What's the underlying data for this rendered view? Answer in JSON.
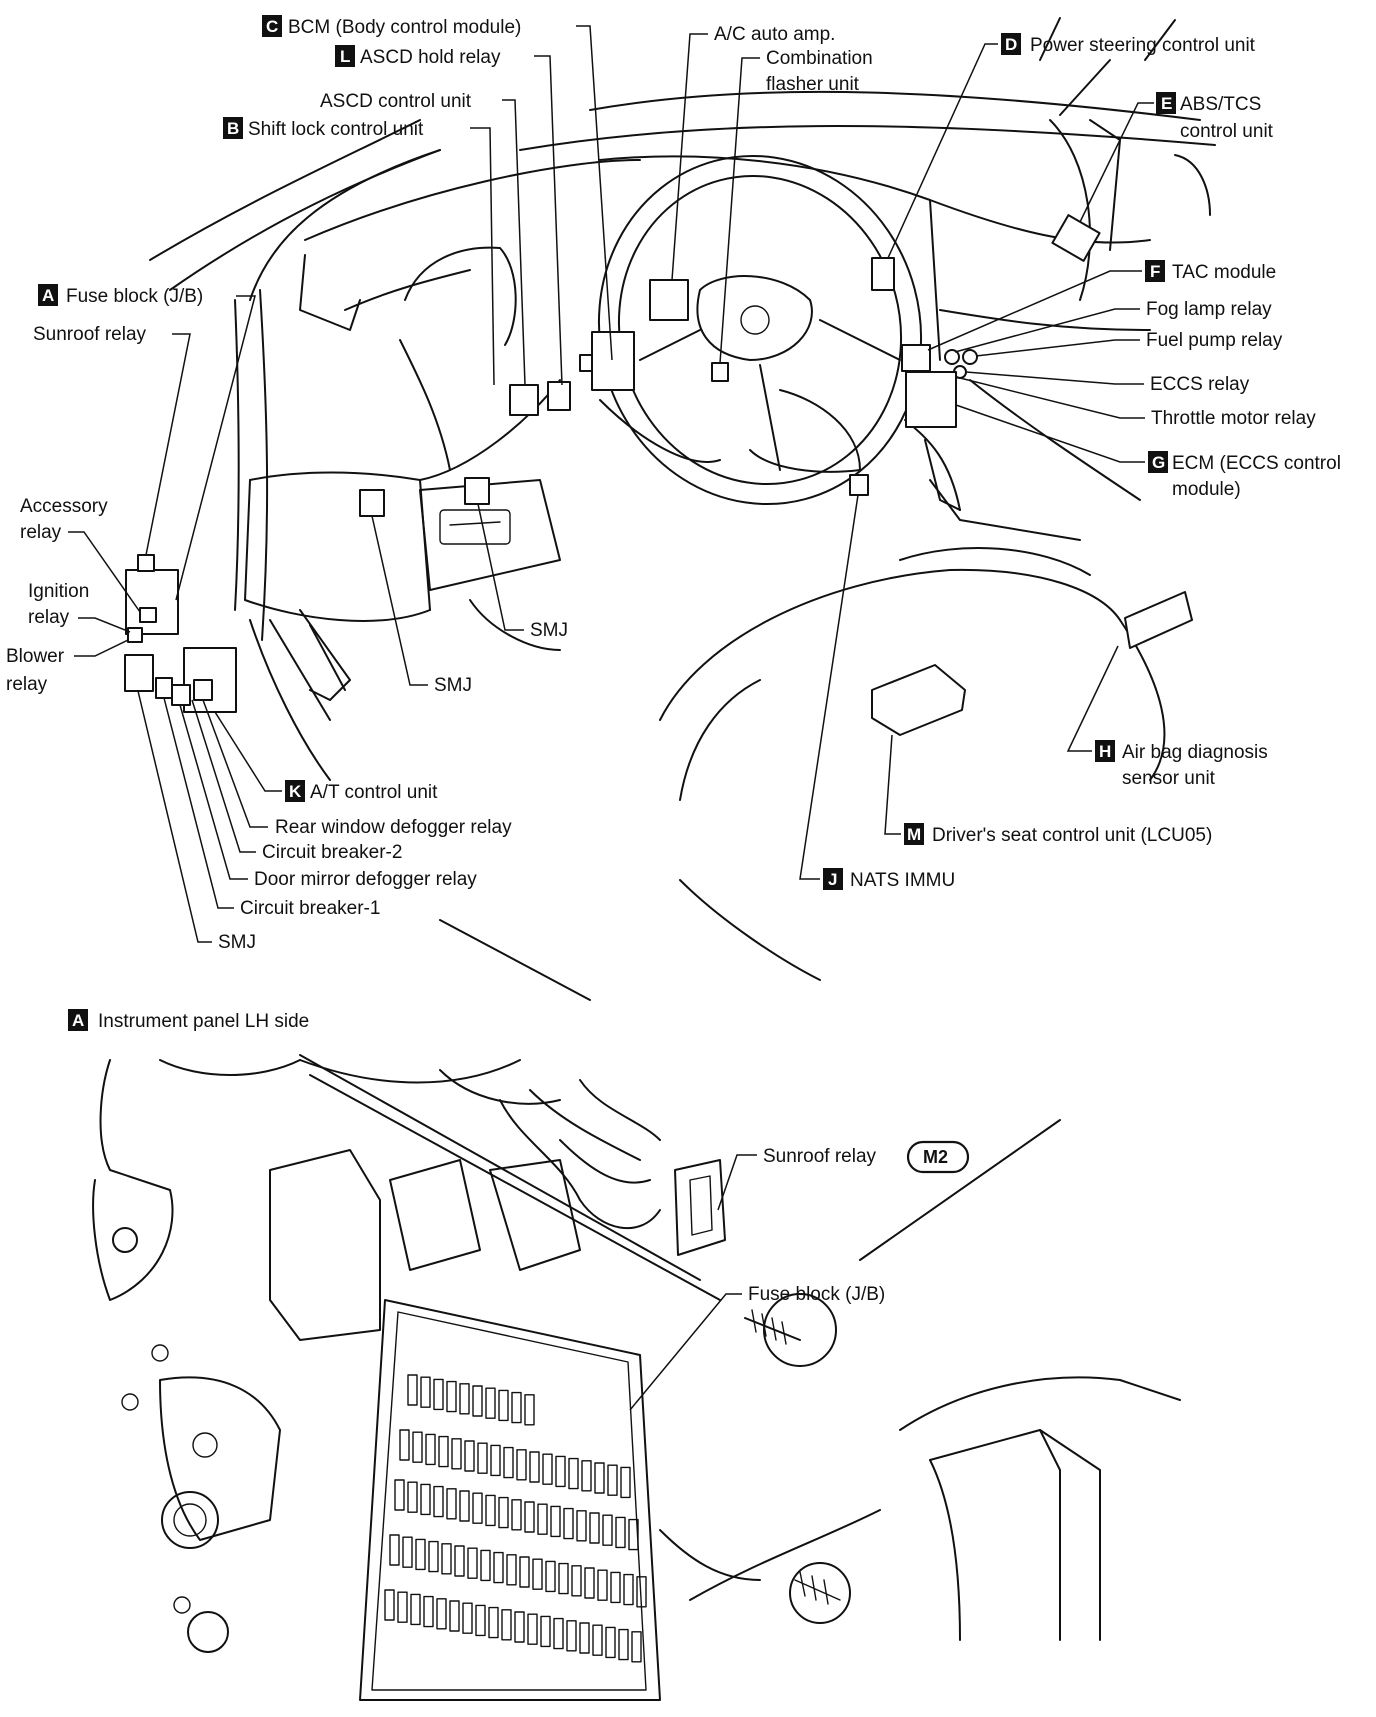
{
  "callouts": {
    "bcm": {
      "badge": "C",
      "text": "BCM (Body control module)"
    },
    "ascd_hold": {
      "badge": "L",
      "text": "ASCD hold relay"
    },
    "ascd_control": {
      "text": "ASCD control unit"
    },
    "shift_lock": {
      "badge": "B",
      "text": "Shift lock control unit"
    },
    "ac_amp": {
      "text": "A/C auto amp."
    },
    "combination_flasher_1": {
      "text": "Combination"
    },
    "combination_flasher_2": {
      "text": "flasher unit"
    },
    "power_steering": {
      "badge": "D",
      "text": "Power steering control unit"
    },
    "abs_tcs_1": {
      "badge": "E",
      "text": "ABS/TCS"
    },
    "abs_tcs_2": {
      "text": "control unit"
    },
    "fuse_block": {
      "badge": "A",
      "text": "Fuse block (J/B)"
    },
    "sunroof_relay": {
      "text": "Sunroof relay"
    },
    "tac_module": {
      "badge": "F",
      "text": "TAC module"
    },
    "fog_lamp_relay": {
      "text": "Fog lamp relay"
    },
    "fuel_pump_relay": {
      "text": "Fuel pump relay"
    },
    "eccs_relay": {
      "text": "ECCS relay"
    },
    "throttle_motor_relay": {
      "text": "Throttle motor relay"
    },
    "ecm_1": {
      "badge": "G",
      "text": "ECM (ECCS control"
    },
    "ecm_2": {
      "text": "module)"
    },
    "accessory_relay_1": {
      "text": "Accessory"
    },
    "accessory_relay_2": {
      "text": "relay"
    },
    "ignition_relay_1": {
      "text": "Ignition"
    },
    "ignition_relay_2": {
      "text": "relay"
    },
    "blower_relay_1": {
      "text": "Blower"
    },
    "blower_relay_2": {
      "text": "relay"
    },
    "smj_upper": {
      "text": "SMJ"
    },
    "smj_middle": {
      "text": "SMJ"
    },
    "smj_lower": {
      "text": "SMJ"
    },
    "airbag_1": {
      "badge": "H",
      "text": "Air bag diagnosis"
    },
    "airbag_2": {
      "text": "sensor unit"
    },
    "at_control": {
      "badge": "K",
      "text": "A/T control unit"
    },
    "rear_defogger": {
      "text": "Rear window defogger relay"
    },
    "breaker_2": {
      "text": "Circuit breaker-2"
    },
    "mirror_defogger": {
      "text": "Door mirror defogger relay"
    },
    "breaker_1": {
      "text": "Circuit breaker-1"
    },
    "drivers_seat": {
      "badge": "M",
      "text": "Driver's seat control unit (LCU05)"
    },
    "nats": {
      "badge": "J",
      "text": "NATS IMMU"
    }
  },
  "detail": {
    "title": {
      "badge": "A",
      "text": "Instrument panel LH side"
    },
    "sunroof_relay": {
      "text": "Sunroof relay",
      "connector": "M2"
    },
    "fuse_block": {
      "text": "Fuse block (J/B)"
    }
  }
}
